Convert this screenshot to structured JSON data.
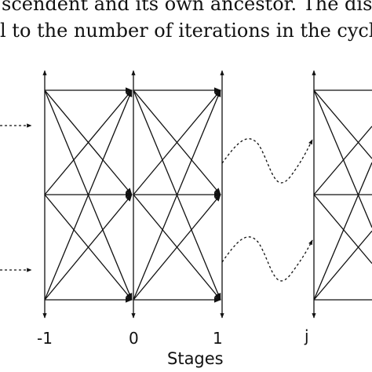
{
  "text": {
    "line1": "scendent and its own ancestor.  The dista",
    "line2": "l to the number of iterations in the cyclic"
  },
  "figure": {
    "stage_labels": [
      "-1",
      "0",
      "1",
      "j"
    ],
    "axis_title": "Stages"
  },
  "colors": {
    "ink": "#111111",
    "background": "#ffffff"
  }
}
